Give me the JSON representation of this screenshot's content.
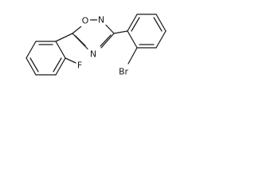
{
  "atoms": {
    "oxygen": "O",
    "nitrogen_top": "N",
    "nitrogen_bottom": "N",
    "fluorine": "F",
    "bromine": "Br"
  },
  "colors": {
    "ink": "#1a1a1a",
    "background": "#ffffff"
  }
}
